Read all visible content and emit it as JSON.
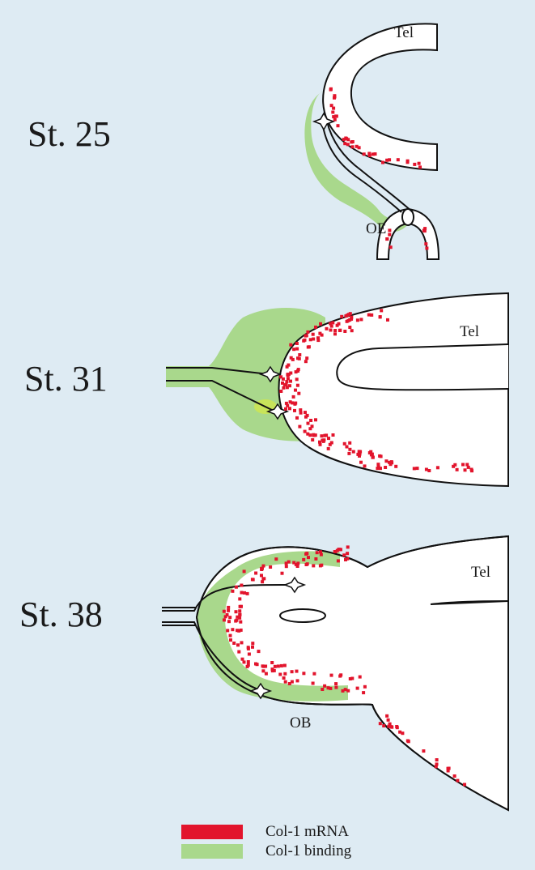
{
  "colors": {
    "background": "#deebf3",
    "mrna": "#e2142c",
    "binding": "#a9d88c",
    "binding_bright": "#c8e45a",
    "tissue": "#ffffff",
    "outline": "#111111"
  },
  "panels": [
    {
      "stage": "St. 25",
      "regions": [
        "Tel",
        "OE"
      ]
    },
    {
      "stage": "St. 31",
      "regions": [
        "Tel"
      ]
    },
    {
      "stage": "St. 38",
      "regions": [
        "Tel",
        "OB"
      ]
    }
  ],
  "legend": [
    {
      "label": "Col-1 mRNA",
      "color": "#e2142c"
    },
    {
      "label": "Col-1 binding",
      "color": "#a9d88c"
    }
  ]
}
